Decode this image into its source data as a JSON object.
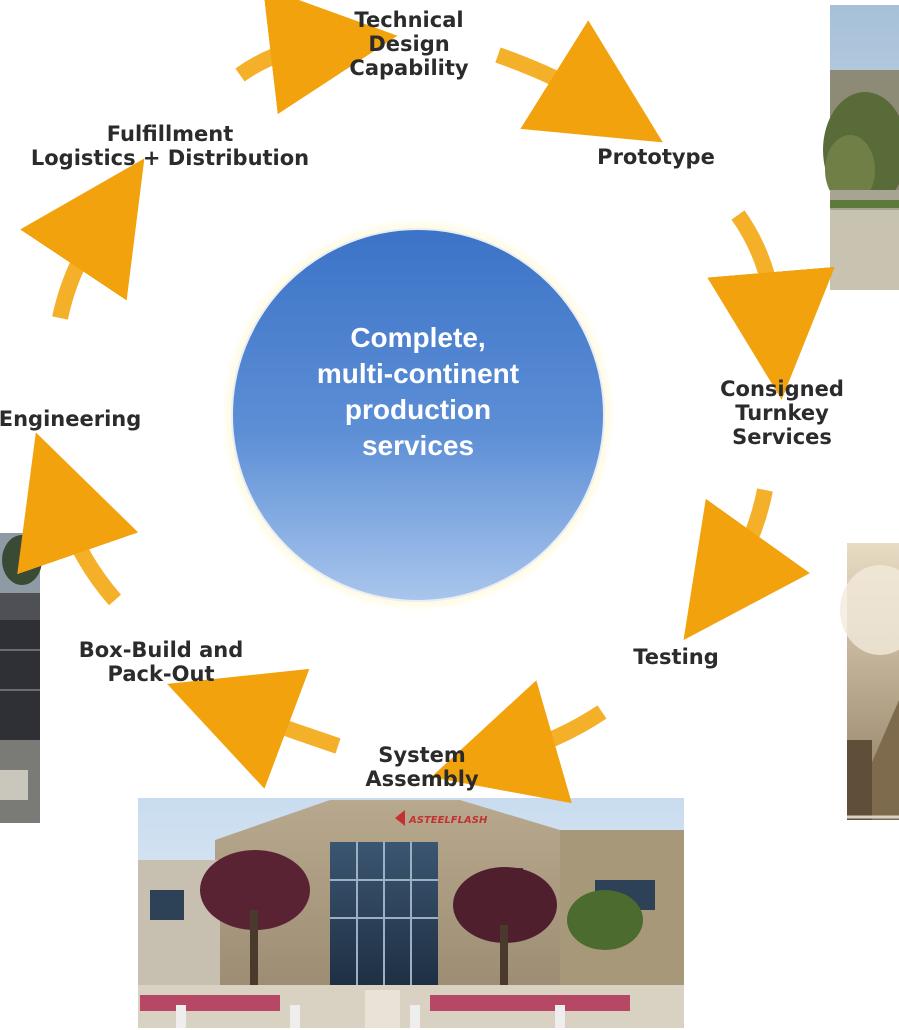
{
  "center": {
    "text": "Complete,\nmulti-continent\nproduction\nservices"
  },
  "stages": [
    {
      "id": "technical-design",
      "text": "Technical\nDesign\nCapability"
    },
    {
      "id": "prototype",
      "text": "Prototype"
    },
    {
      "id": "consigned-turnkey",
      "text": "Consigned\nTurnkey Services"
    },
    {
      "id": "testing",
      "text": "Testing"
    },
    {
      "id": "system-assembly",
      "text": "System\nAssembly"
    },
    {
      "id": "box-build",
      "text": "Box-Build and\nPack-Out"
    },
    {
      "id": "engineering",
      "text": "Engineering"
    },
    {
      "id": "fulfillment",
      "text": "Fulfillment\nLogistics + Distribution"
    }
  ],
  "photo": {
    "sign_text": "ASTEELFLASH"
  },
  "colors": {
    "arrow_start": "#f7d58a",
    "arrow_end": "#f2a20c",
    "circle_top": "#3c73c7",
    "circle_bottom": "#a9c6ec",
    "circle_glow": "#fff4b0",
    "label_text": "#2b2b2b"
  }
}
